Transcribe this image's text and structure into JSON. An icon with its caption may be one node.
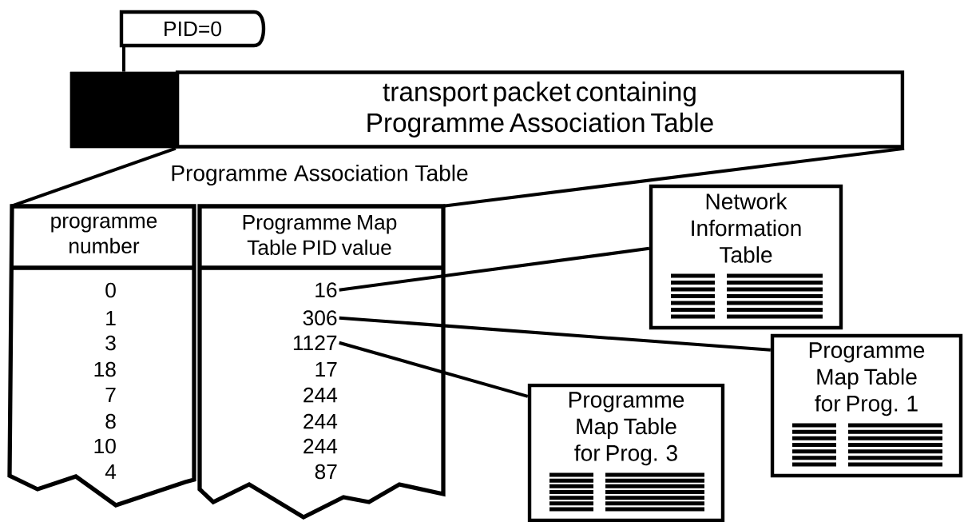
{
  "diagram": {
    "nodes": [
      {
        "text": [
          "PID=0"
        ]
      },
      {
        "text": [],
        "shape": "box"
      },
      {
        "text": [
          "transport packet containing Programme Association Table"
        ]
      },
      {
        "text": [
          "Programme Association Table"
        ]
      },
      {
        "text": [
          "16"
        ],
        "in": 3
      },
      {
        "text": [
          "306"
        ],
        "in": 3
      },
      {
        "text": [
          "1127"
        ],
        "in": 3
      },
      {
        "text": [
          "Network Information Table"
        ]
      },
      {
        "text": [
          "Programme Map Table for Prog. 1"
        ]
      },
      {
        "text": [
          "Programme Map Table for Prog. 3"
        ]
      }
    ],
    "edges": [
      {
        "from": 0,
        "to": 1,
        "arrow": "none"
      },
      {
        "from": 2,
        "to": 3,
        "arrow": "none"
      },
      {
        "from": 2,
        "to": 3,
        "arrow": "none"
      },
      {
        "from": 4,
        "to": 7,
        "arrow": "none"
      },
      {
        "from": 5,
        "to": 8,
        "arrow": "none"
      },
      {
        "from": 6,
        "to": 9,
        "arrow": "none"
      }
    ],
    "labels": [
      "programme number",
      "Programme Map Table PID value",
      "0",
      "1",
      "3",
      "18",
      "17",
      "7",
      "244",
      "8",
      "244",
      "10",
      "244",
      "4",
      "87"
    ]
  }
}
